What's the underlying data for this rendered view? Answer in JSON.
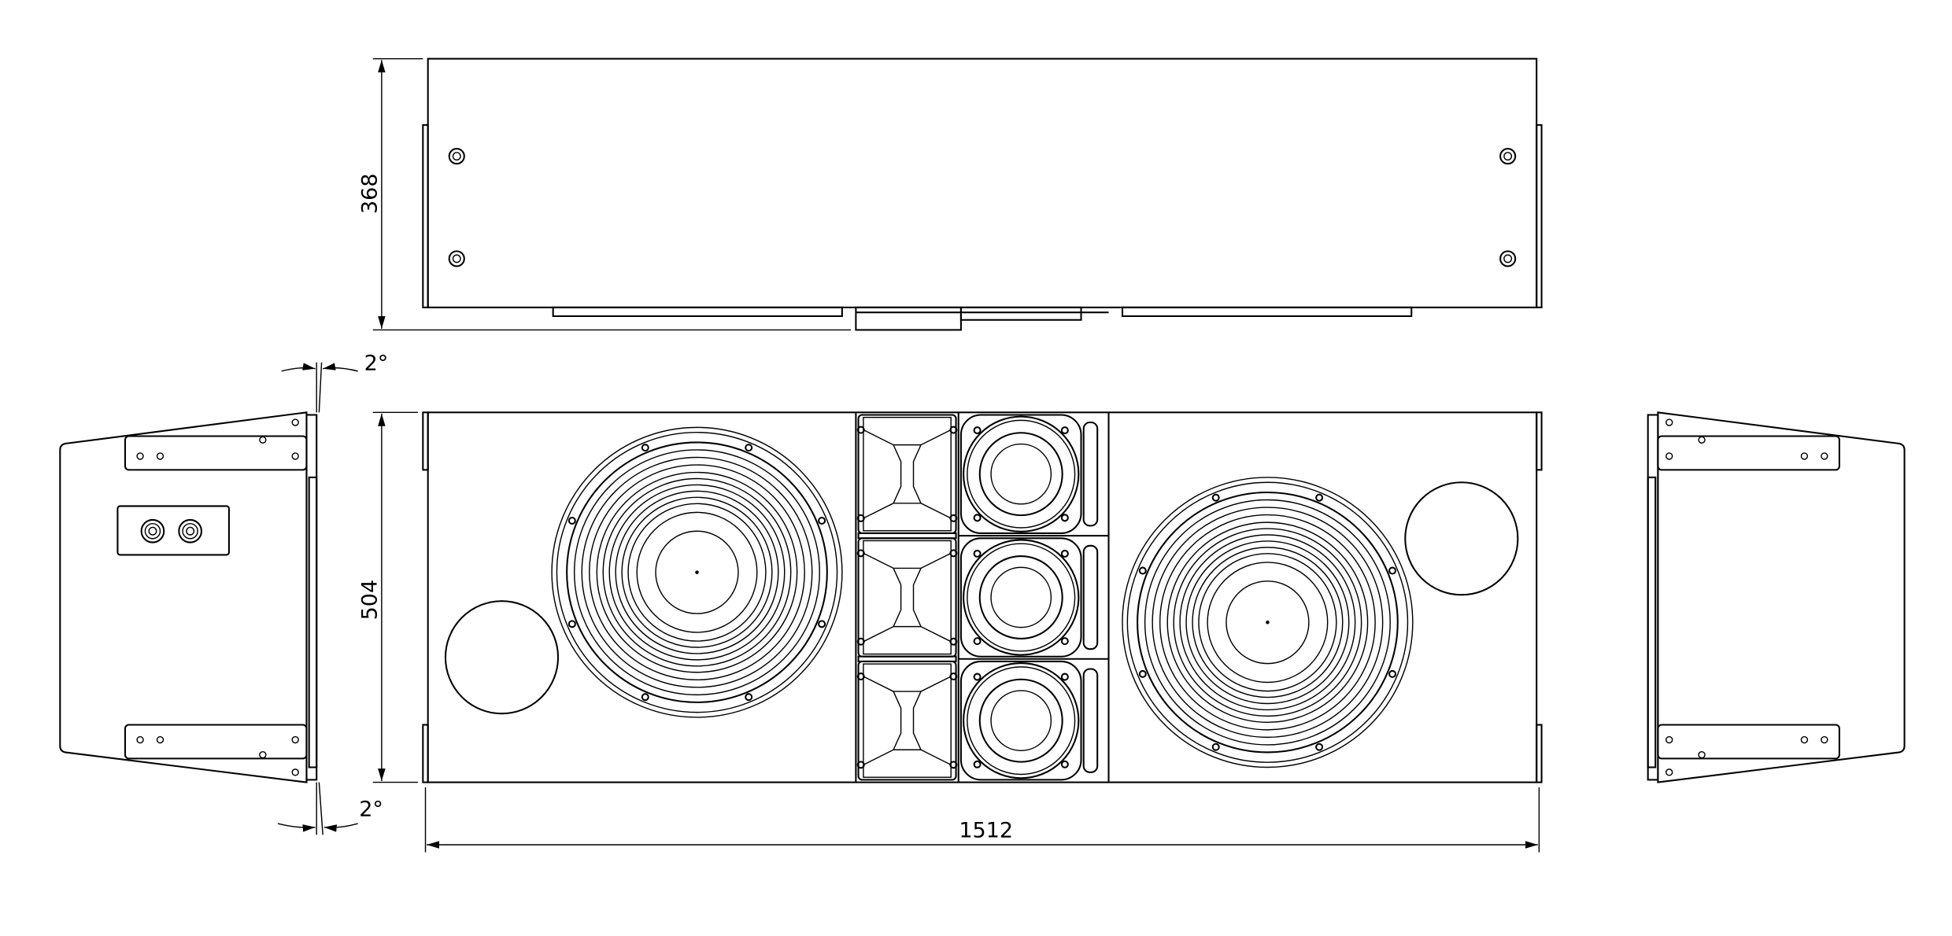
{
  "dimensions": {
    "height_top_view": "368",
    "height_front_view": "504",
    "width_front_view": "1512",
    "angle_top": "2°",
    "angle_bottom": "2°"
  },
  "colors": {
    "line": "#000000",
    "background": "#ffffff"
  }
}
